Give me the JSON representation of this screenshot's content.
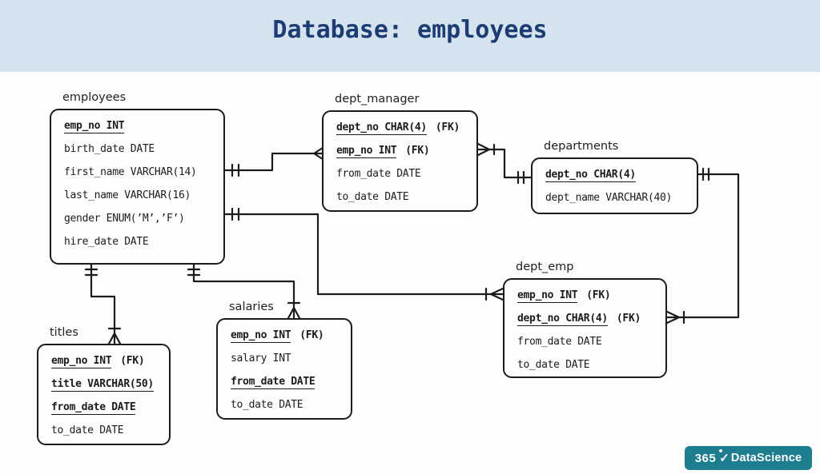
{
  "header": {
    "title": "Database: employees"
  },
  "colors": {
    "header_bg": "#d5e3ee",
    "title": "#1b3c74",
    "ink": "#1c1c1c",
    "paper": "#fdfdfd",
    "logo_bg": "#1d7e90",
    "logo_text": "#ffffff"
  },
  "diagram": {
    "tables": [
      {
        "id": "employees",
        "title": "employees",
        "fields": [
          {
            "name": "emp_no INT",
            "key": true
          },
          {
            "name": "birth_date DATE"
          },
          {
            "name": "first_name VARCHAR(14)"
          },
          {
            "name": "last_name VARCHAR(16)"
          },
          {
            "name": "gender ENUM(’M’,’F’)"
          },
          {
            "name": "hire_date DATE"
          }
        ]
      },
      {
        "id": "dept_manager",
        "title": "dept_manager",
        "fields": [
          {
            "name": "dept_no CHAR(4)",
            "key": true,
            "fk": "(FK)"
          },
          {
            "name": "emp_no INT",
            "key": true,
            "fk": "(FK)"
          },
          {
            "name": "from_date DATE"
          },
          {
            "name": "to_date DATE"
          }
        ]
      },
      {
        "id": "departments",
        "title": "departments",
        "fields": [
          {
            "name": "dept_no CHAR(4)",
            "key": true
          },
          {
            "name": "dept_name VARCHAR(40)"
          }
        ]
      },
      {
        "id": "dept_emp",
        "title": "dept_emp",
        "fields": [
          {
            "name": "emp_no INT",
            "key": true,
            "fk": "(FK)"
          },
          {
            "name": "dept_no CHAR(4)",
            "key": true,
            "fk": "(FK)"
          },
          {
            "name": "from_date DATE"
          },
          {
            "name": "to_date DATE"
          }
        ]
      },
      {
        "id": "titles",
        "title": "titles",
        "fields": [
          {
            "name": "emp_no INT",
            "key": true,
            "fk": "(FK)"
          },
          {
            "name": "title VARCHAR(50)",
            "key": true
          },
          {
            "name": "from_date DATE",
            "key": true
          },
          {
            "name": "to_date DATE"
          }
        ]
      },
      {
        "id": "salaries",
        "title": "salaries",
        "fields": [
          {
            "name": "emp_no INT",
            "key": true,
            "fk": "(FK)"
          },
          {
            "name": "salary INT"
          },
          {
            "name": "from_date DATE",
            "key": true
          },
          {
            "name": "to_date DATE"
          }
        ]
      }
    ],
    "relationships": [
      {
        "from": "employees",
        "to": "dept_manager",
        "cardinality": "one-to-many"
      },
      {
        "from": "departments",
        "to": "dept_manager",
        "cardinality": "one-to-many"
      },
      {
        "from": "employees",
        "to": "dept_emp",
        "cardinality": "one-to-many"
      },
      {
        "from": "departments",
        "to": "dept_emp",
        "cardinality": "one-to-many"
      },
      {
        "from": "employees",
        "to": "titles",
        "cardinality": "one-to-many"
      },
      {
        "from": "employees",
        "to": "salaries",
        "cardinality": "one-to-many"
      }
    ]
  },
  "logo": {
    "prefix": "365",
    "check": "✓",
    "brand": "DataScience"
  }
}
